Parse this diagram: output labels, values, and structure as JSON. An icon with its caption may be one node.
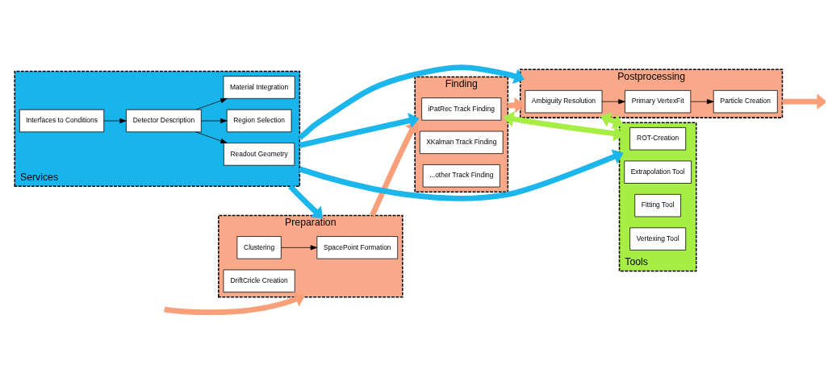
{
  "diagram": {
    "nodes": [
      {
        "text": [
          "Preparation"
        ]
      },
      {
        "text": [
          "SpacePoint Formation"
        ],
        "in": 0
      },
      {
        "text": [
          "Clustering"
        ],
        "in": 0
      },
      {
        "text": [
          "DriftCricle Creation"
        ],
        "in": 0
      },
      {
        "text": [
          "Finding"
        ]
      },
      {
        "text": [
          "iPatRec Track Finding"
        ],
        "in": 4
      },
      {
        "text": [
          "XKalman Track Finding"
        ],
        "in": 4
      },
      {
        "text": [
          "...other Track Finding"
        ],
        "in": 4
      },
      {
        "text": [
          "Postprocessing"
        ]
      },
      {
        "text": [
          "Ambiguity Resolution"
        ],
        "in": 8
      },
      {
        "text": [
          "Primary VertexFit"
        ],
        "in": 8
      },
      {
        "text": [
          "Particle Creation"
        ],
        "in": 8
      },
      {
        "text": [
          "Services"
        ]
      },
      {
        "text": [
          "Readout Geometry"
        ],
        "in": 12
      },
      {
        "text": [
          "Region Selection"
        ],
        "in": 12
      },
      {
        "text": [
          "Material Integration"
        ],
        "in": 12
      },
      {
        "text": [
          "Detector Description"
        ],
        "in": 12
      },
      {
        "text": [
          "Interfaces to Conditions"
        ],
        "in": 12
      },
      {
        "text": [
          "Tools"
        ]
      },
      {
        "text": [
          "ROT-Creation"
        ],
        "in": 18
      },
      {
        "text": [
          "Extrapolation Tool"
        ],
        "in": 18
      },
      {
        "text": [
          "Fitting Tool"
        ],
        "in": 18
      },
      {
        "text": [
          "Vertexing Tool"
        ],
        "in": 18
      }
    ],
    "edges": [
      {
        "from": null,
        "to": 0,
        "arrow": "to",
        "color": "#f9a07a"
      },
      {
        "from": 2,
        "to": 1,
        "arrow": "to"
      },
      {
        "from": 0,
        "to": 4,
        "arrow": "to",
        "color": "#f9a07a"
      },
      {
        "from": 4,
        "to": 8,
        "arrow": "to",
        "color": "#f9a07a"
      },
      {
        "from": 9,
        "to": 10,
        "arrow": "to"
      },
      {
        "from": 10,
        "to": 11,
        "arrow": "to"
      },
      {
        "from": 8,
        "to": null,
        "arrow": "to",
        "color": "#f9a07a"
      },
      {
        "from": 12,
        "to": 0,
        "arrow": "to",
        "color": "#1ab6ec"
      },
      {
        "from": 12,
        "to": 4,
        "arrow": "to",
        "color": "#1ab6ec"
      },
      {
        "from": 12,
        "to": 8,
        "arrow": "to",
        "color": "#1ab6ec"
      },
      {
        "from": 4,
        "to": 18,
        "arrow": "both",
        "color": "#a6ee44"
      },
      {
        "from": 8,
        "to": 18,
        "arrow": "both",
        "color": "#a6ee44"
      },
      {
        "from": 12,
        "to": 18,
        "arrow": "to",
        "color": "#1ab6ec"
      },
      {
        "from": 16,
        "to": 13,
        "arrow": "to"
      },
      {
        "from": 16,
        "to": 14,
        "arrow": "to"
      },
      {
        "from": 16,
        "to": 15,
        "arrow": "to"
      },
      {
        "from": 17,
        "to": 16,
        "arrow": "to"
      }
    ]
  }
}
